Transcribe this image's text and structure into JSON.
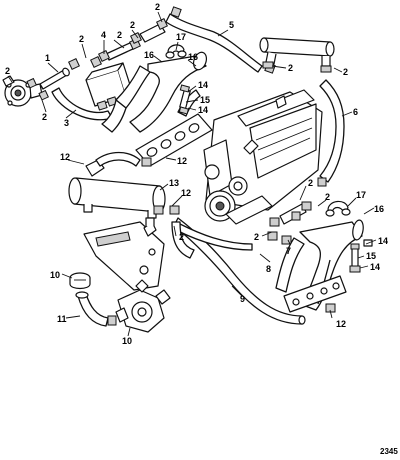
{
  "diagram": {
    "figure_id": "2345",
    "callouts": {
      "c1": "1",
      "c2a": "2",
      "c2b": "2",
      "c2c": "2",
      "c2d": "2",
      "c2e": "2",
      "c2f": "2",
      "c2g": "2",
      "c2h": "2",
      "c2i": "2",
      "c2j": "2",
      "c2k": "2",
      "c2l": "2",
      "c3": "3",
      "c4": "4",
      "c5": "5",
      "c6": "6",
      "c7": "7",
      "c8": "8",
      "c9": "9",
      "c10a": "10",
      "c10b": "10",
      "c11": "11",
      "c12a": "12",
      "c12b": "12",
      "c12c": "12",
      "c12d": "12",
      "c13": "13",
      "c14a": "14",
      "c14b": "14",
      "c14c": "14",
      "c15a": "15",
      "c15b": "15",
      "c16a": "16",
      "c16b": "16",
      "c16c": "16",
      "c17a": "17",
      "c17b": "17"
    }
  }
}
